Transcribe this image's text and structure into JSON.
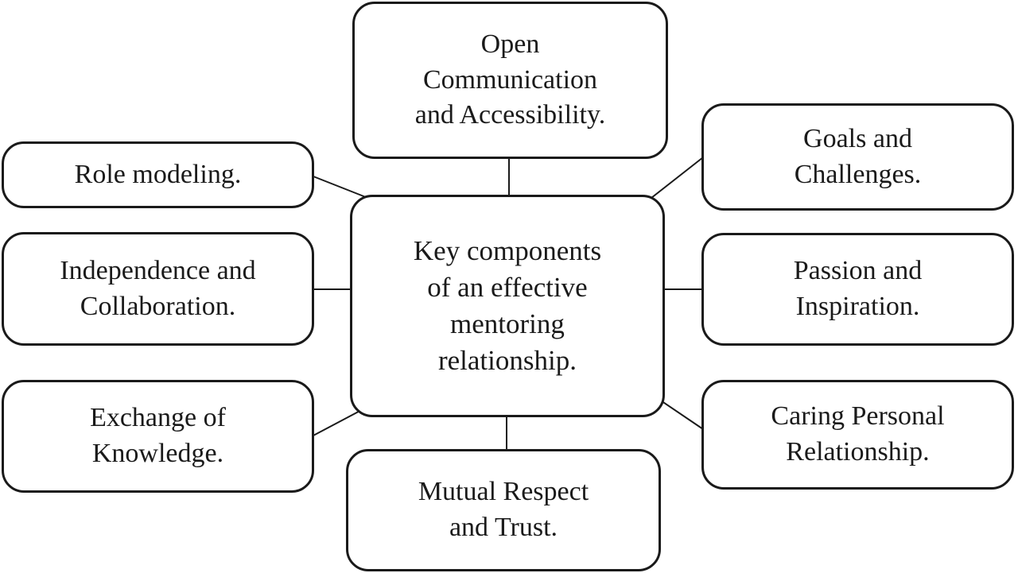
{
  "diagram": {
    "title": "Key components of an effective mentoring relationship",
    "colors": {
      "stroke": "#1a1a1a",
      "background": "#ffffff",
      "text": "#1a1a1a"
    },
    "center": {
      "id": "key-components",
      "lines": [
        "Key components",
        "of an effective",
        "mentoring",
        "relationship."
      ]
    },
    "nodes": [
      {
        "id": "open-communication-accessibility",
        "position": "top",
        "lines": [
          "Open",
          "Communication",
          "and Accessibility."
        ]
      },
      {
        "id": "goals-and-challenges",
        "position": "top-right",
        "lines": [
          "Goals and",
          "Challenges."
        ]
      },
      {
        "id": "passion-and-inspiration",
        "position": "right",
        "lines": [
          "Passion and",
          "Inspiration."
        ]
      },
      {
        "id": "caring-personal-relationship",
        "position": "bottom-right",
        "lines": [
          "Caring Personal",
          "Relationship."
        ]
      },
      {
        "id": "mutual-respect-and-trust",
        "position": "bottom",
        "lines": [
          "Mutual Respect",
          "and Trust."
        ]
      },
      {
        "id": "role-modeling",
        "position": "left-top",
        "lines": [
          "Role modeling."
        ]
      },
      {
        "id": "independence-and-collaboration",
        "position": "left-middle",
        "lines": [
          "Independence and",
          "Collaboration."
        ]
      },
      {
        "id": "exchange-of-knowledge",
        "position": "left-bottom",
        "lines": [
          "Exchange of",
          "Knowledge."
        ]
      }
    ]
  }
}
